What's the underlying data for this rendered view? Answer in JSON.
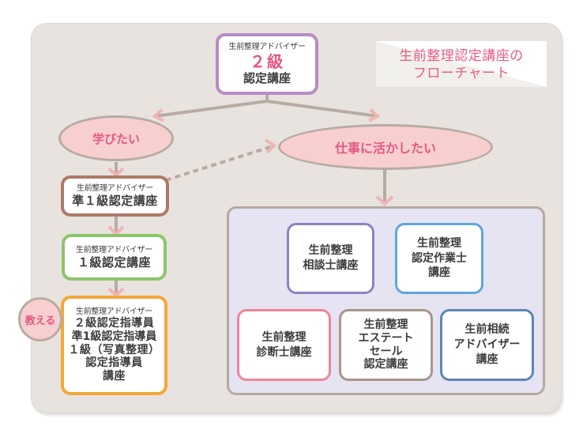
{
  "title": {
    "line1": "生前整理認定講座の",
    "line2": "フローチャート"
  },
  "colors": {
    "background": "#e8e3df",
    "accent_pink": "#e8557e",
    "ellipse_fill": "#f7cfcf",
    "connector": "#b9aba3",
    "group_fill": "#e6e4f2"
  },
  "start": {
    "small": "生前整理アドバイザー",
    "level": "２級",
    "course": "認定講座",
    "border": "#b98bc4"
  },
  "branches": {
    "learn": "学びたい",
    "work": "仕事に活かしたい"
  },
  "learn_path": [
    {
      "small": "生前整理アドバイザー",
      "lines": [
        "準１級認定講座"
      ],
      "border": "#ad7a68"
    },
    {
      "small": "生前整理アドバイザー",
      "lines": [
        "１級認定講座"
      ],
      "border": "#8bc56a"
    },
    {
      "small": "生前整理アドバイザー",
      "lines": [
        "２級認定指導員",
        "準1級認定指導員",
        "１級（写真整理）",
        "認定指導員",
        "講座"
      ],
      "border": "#f3a838"
    }
  ],
  "teach_label": "教える",
  "work_courses": [
    {
      "lines": [
        "生前整理",
        "相談士講座"
      ],
      "border": "#8a83c2"
    },
    {
      "lines": [
        "生前整理",
        "認定作業士",
        "講座"
      ],
      "border": "#5fa6dc"
    },
    {
      "lines": [
        "生前整理",
        "診断士講座"
      ],
      "border": "#ec869a"
    },
    {
      "lines": [
        "生前整理",
        "エステート",
        "セール",
        "認定講座"
      ],
      "border": "#a8968c"
    },
    {
      "lines": [
        "生前相続",
        "アドバイザー",
        "講座"
      ],
      "border": "#5b86b5"
    }
  ]
}
